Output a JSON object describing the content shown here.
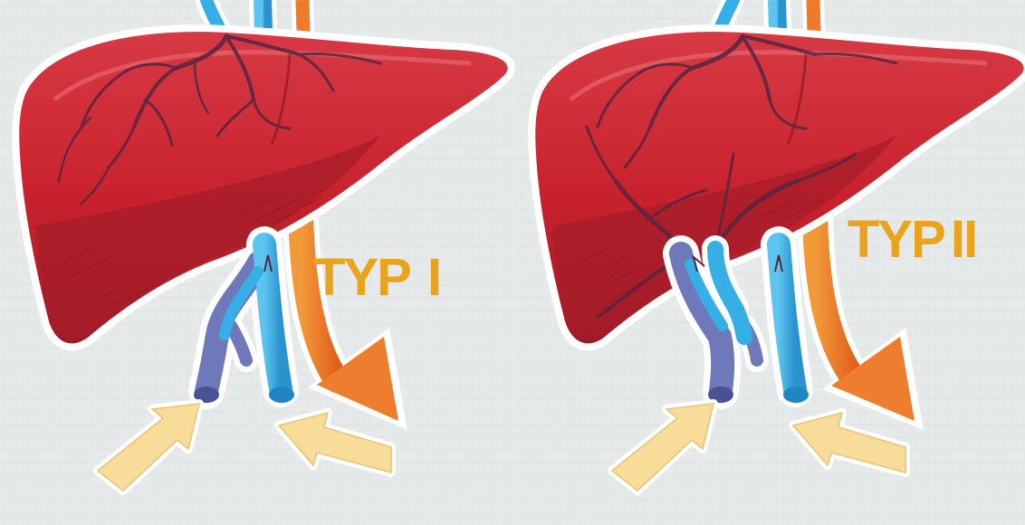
{
  "panels": [
    {
      "id": "type-1",
      "label_word": "TYP",
      "label_numeral": "I"
    },
    {
      "id": "type-2",
      "label_word": "TYP",
      "label_numeral": "II"
    }
  ],
  "colors": {
    "background": "#e6e9ea",
    "liver_fill": "#c8212c",
    "liver_dark": "#8e1a25",
    "liver_highlight": "#e46068",
    "vessel_tree": "#5a2540",
    "portal_vein_blue": "#36aee6",
    "splenic_vein_purple": "#6f78b8",
    "artery_orange": "#f07a2a",
    "inflow_arrow": "#f8dc9a",
    "label_gold": "#e8a51c",
    "outline_white": "#ffffff"
  },
  "icons": [
    "inflow-arrow-icon",
    "outflow-arrow-icon"
  ]
}
